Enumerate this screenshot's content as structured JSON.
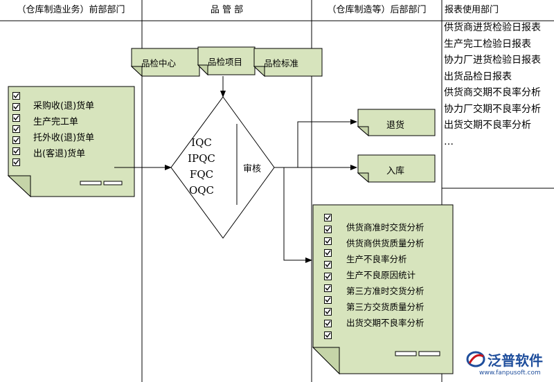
{
  "columns": {
    "front": "（仓库制造业务）前部部门",
    "qc": "品 管 部",
    "back": "（仓库制造等）后部部门",
    "reports": "报表使用部门"
  },
  "report_list": [
    "供货商进货检验日报表",
    "生产完工检验日报表",
    "协力厂进货检验日报表",
    "出货品检日报表",
    "供货商交期不良率分析",
    "协力厂交期不良率分析",
    "出货交期不良率分析",
    "…"
  ],
  "input_docs": [
    "采购收(退)货单",
    "生产完工单",
    "托外收(退)货单",
    "出(客退)货单"
  ],
  "top_notes": [
    "品检中心",
    "品检项目",
    "品检标准"
  ],
  "inspection_types": [
    "IQC",
    "IPQC",
    "FQC",
    "OQC"
  ],
  "review_label": "审核",
  "outcomes": {
    "return": "退货",
    "stock_in": "入库"
  },
  "analysis_reports": [
    "供货商准时交货分析",
    "供货商供货质量分析",
    "生产不良率分析",
    "生产不良原因统计",
    "第三方准时交货分析",
    "第三方交货质量分析",
    "出货交期不良率分析"
  ],
  "brand": {
    "name": "泛普软件",
    "url": "www.fanpusoft.com"
  },
  "colors": {
    "note_fill": "#d7e4bd",
    "line": "#000000",
    "brand_blue": "#1f4e9c",
    "brand_red": "#c8161d"
  }
}
